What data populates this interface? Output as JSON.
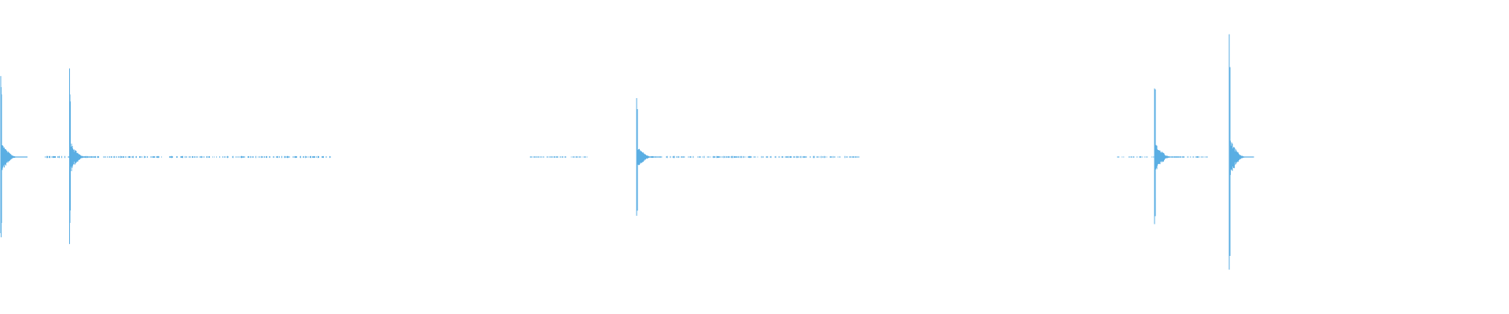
{
  "waveform": {
    "color": "#5aaee3",
    "background": "#ffffff",
    "events": [
      {
        "time_fraction": 0.0005,
        "amplitude": 0.61,
        "decay": 0.24
      },
      {
        "time_fraction": 0.0461,
        "amplitude": 0.66,
        "decay": 0.23
      },
      {
        "time_fraction": 0.4219,
        "amplitude": 0.49,
        "decay": 0.22
      },
      {
        "time_fraction": 0.7651,
        "amplitude": 0.59,
        "decay": 0.24
      },
      {
        "time_fraction": 0.8146,
        "amplitude": 0.84,
        "decay": 0.22
      }
    ],
    "baseline_noise": [
      {
        "from": 0.03,
        "to": 0.22,
        "level": 0.005
      },
      {
        "from": 0.35,
        "to": 0.39,
        "level": 0.004
      },
      {
        "from": 0.425,
        "to": 0.57,
        "level": 0.005
      },
      {
        "from": 0.74,
        "to": 0.8,
        "level": 0.004
      }
    ]
  }
}
